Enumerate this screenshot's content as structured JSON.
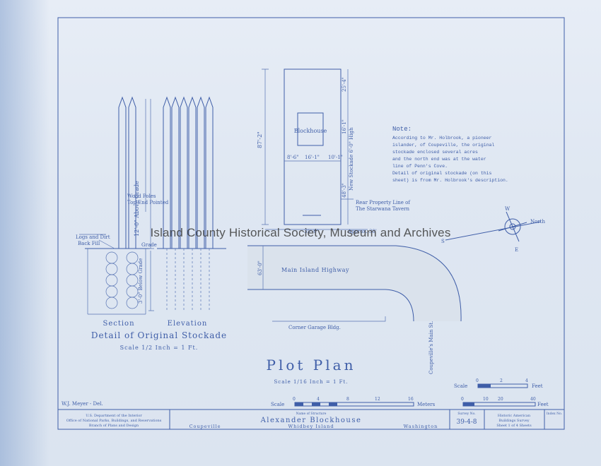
{
  "drawing": {
    "title": "Plot Plan",
    "scale": "Scale 1/16 Inch = 1 Ft.",
    "stockade_title": "Detail of Original Stockade",
    "stockade_scale": "Scale 1/2 Inch = 1 Ft.",
    "section_label": "Section",
    "elevation_label": "Elevation",
    "labels": {
      "logs": "Logs and Dirt",
      "backfill": "Back Fill",
      "wood_poles": "Wood Poles",
      "top_end": "Top End Pointed",
      "grade": "Grade",
      "above_grade": "12'-0\" Above Grade",
      "below_grade": "3'-0\" Below Grade",
      "blockhouse": "Blockhouse",
      "new_stockade": "New Stockade 6'-0\" High",
      "rear_line_1": "Rear Property Line of",
      "rear_line_2": "The Starwana Tavern",
      "highway": "Main Island Highway",
      "garage": "Corner Garage Bldg.",
      "main_st": "Coupeville's Main St.",
      "approx": "Approx. 30'",
      "dim_top_right": "25'-4\"",
      "dim_mid_right": "16'-1\"",
      "dim_left": "87'-2\"",
      "dim_lower_right": "48'-3\"",
      "dim_bottom": "35'-0\"",
      "dim_w1": "8'-6\"",
      "dim_w2": "16'-1\"",
      "dim_w3": "10'-1\"",
      "dim_63": "63'-0\""
    },
    "note": {
      "heading": "Note:",
      "lines": [
        "According to Mr. Holbrook, a pioneer",
        "islander, of Coupeville, the original",
        "stockade enclosed several acres",
        "and the north end was at the water",
        "line of Penn's Cove.",
        "Detail of original stockade (on this",
        "sheet) is from Mr. Holbrook's description."
      ]
    },
    "compass": {
      "north": "North",
      "letters": [
        "W",
        "S",
        "E"
      ]
    },
    "scale_bar_ft": {
      "label": "Scale",
      "unit": "Feet",
      "ticks": [
        "0",
        "2",
        "4"
      ]
    },
    "scale_bar_meters": {
      "label": "Scale",
      "unit": "Meters",
      "ticks": [
        "0",
        "4",
        "8",
        "12",
        "16"
      ]
    },
    "scale_bar_feet": {
      "label": "",
      "unit": "Feet",
      "ticks": [
        "0",
        "10",
        "20",
        "40"
      ]
    },
    "drawn_by": "W.J. Meyer - Del."
  },
  "title_block": {
    "agency_1": "U.S. Department of the Interior",
    "agency_2": "Office of National Parks, Buildings, and Reservations",
    "agency_3": "Branch of Plans and Design",
    "structure_caption": "Name of Structure",
    "structure_name": "Alexander Blockhouse",
    "city": "Coupeville",
    "island": "Whidbey Island",
    "state": "Washington",
    "survey_caption": "Survey No.",
    "survey_no": "39-4-8",
    "habs_1": "Historic American",
    "habs_2": "Buildings Survey",
    "sheet": "Sheet 1 of 4 Sheets",
    "index_caption": "Index No."
  },
  "watermark": "Island County Historical Society, Museum and Archives",
  "colors": {
    "ink": "#3f5ea8",
    "paper": "#e3eaf4"
  }
}
